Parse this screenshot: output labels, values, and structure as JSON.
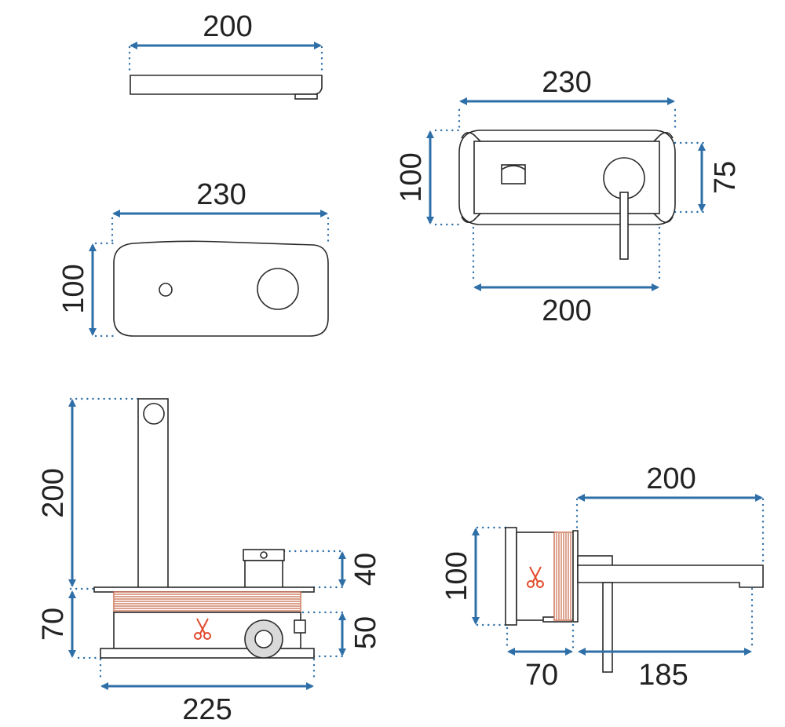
{
  "colors": {
    "dimension_line": "#2e6fa8",
    "outline": "#2a2a2a",
    "thread": "#c86a4a",
    "cut_mark": "#e24b2e"
  },
  "icons": [
    "scissors-icon"
  ],
  "dimensions": {
    "top_view_width": "200",
    "plan_view_width": "230",
    "plan_view_depth": "100",
    "rear_view_width": "230",
    "rear_view_height": "100",
    "rear_view_inner_height": "75",
    "rear_view_inner_width": "200",
    "front_spout_height": "200",
    "front_handle_height": "40",
    "front_box_height": "70",
    "front_box_inner_height": "50",
    "front_box_width": "225",
    "side_height": "100",
    "side_spout_length": "200",
    "side_box_depth": "70",
    "side_wall_to_spout": "185"
  }
}
